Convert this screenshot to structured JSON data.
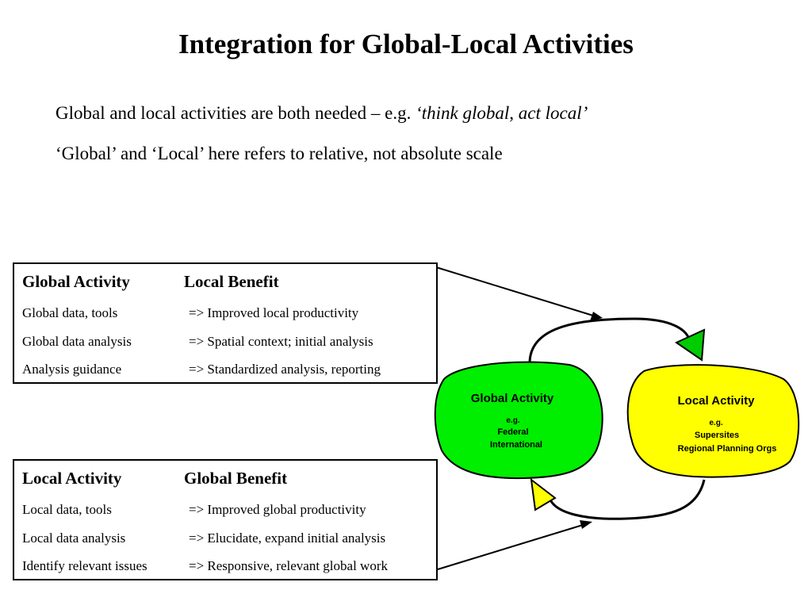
{
  "title": "Integration for Global-Local Activities",
  "bullets": {
    "line1_plain": "Global and local activities are both needed – e.g. ",
    "line1_italic": "‘think global, act local’",
    "line2": "‘Global’ and ‘Local’ here refers to relative, not absolute scale"
  },
  "global_table": {
    "header": [
      "Global Activity",
      "Local Benefit"
    ],
    "rows": [
      [
        "Global data, tools",
        "=> Improved local productivity"
      ],
      [
        "Global data analysis",
        "=> Spatial context; initial analysis"
      ],
      [
        "Analysis guidance",
        "=> Standardized analysis, reporting"
      ]
    ]
  },
  "local_table": {
    "header": [
      "Local Activity",
      "Global Benefit"
    ],
    "rows": [
      [
        "Local data, tools",
        "=> Improved global productivity"
      ],
      [
        "Local data analysis",
        "=> Elucidate, expand initial analysis"
      ],
      [
        "Identify relevant issues",
        "=> Responsive, relevant global work"
      ]
    ]
  },
  "global_blob": {
    "title": "Global Activity",
    "eg": "e.g.",
    "line1": "Federal",
    "line2": "International",
    "color": "#00ee00"
  },
  "local_blob": {
    "title": "Local Activity",
    "eg": "e.g.",
    "line1": "Supersites",
    "line2": "Regional Planning Orgs",
    "color": "#ffff00"
  }
}
